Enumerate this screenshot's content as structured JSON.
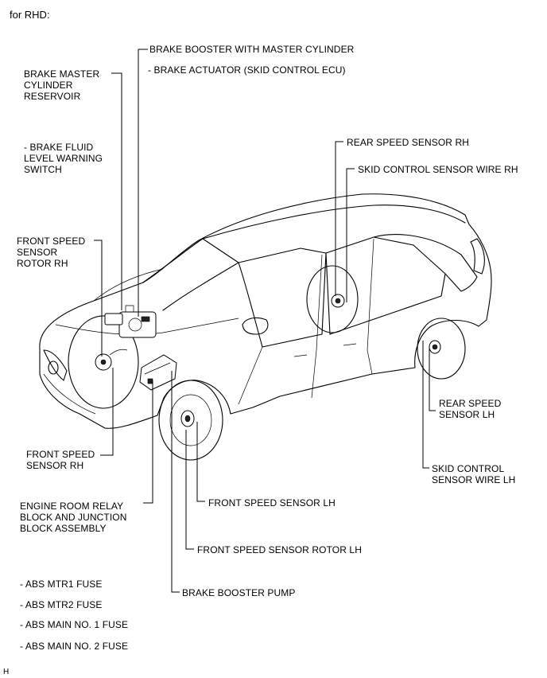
{
  "header": {
    "title": "for RHD:"
  },
  "labels": {
    "brake_booster": "BRAKE BOOSTER WITH MASTER CYLINDER",
    "brake_actuator": "- BRAKE ACTUATOR (SKID CONTROL ECU)",
    "master_cyl_reservoir": "BRAKE MASTER\nCYLINDER\nRESERVOIR",
    "fluid_warning_switch": "- BRAKE FLUID\nLEVEL WARNING\nSWITCH",
    "front_rotor_rh": "FRONT SPEED\nSENSOR\nROTOR RH",
    "rear_speed_rh": "REAR SPEED SENSOR RH",
    "skid_wire_rh": "SKID CONTROL SENSOR WIRE RH",
    "rear_speed_lh": "REAR SPEED\nSENSOR LH",
    "skid_wire_lh": "SKID CONTROL\nSENSOR WIRE LH",
    "front_speed_rh": "FRONT SPEED\nSENSOR RH",
    "relay_block": "ENGINE ROOM RELAY\nBLOCK AND JUNCTION\nBLOCK ASSEMBLY",
    "front_speed_lh": "FRONT SPEED SENSOR LH",
    "front_rotor_lh": "FRONT SPEED SENSOR ROTOR LH",
    "booster_pump": "BRAKE BOOSTER PUMP"
  },
  "fuses": [
    "- ABS MTR1 FUSE",
    "- ABS MTR2 FUSE",
    "- ABS MAIN NO. 1 FUSE",
    "- ABS MAIN NO. 2 FUSE"
  ],
  "footer": {
    "code": "H"
  }
}
